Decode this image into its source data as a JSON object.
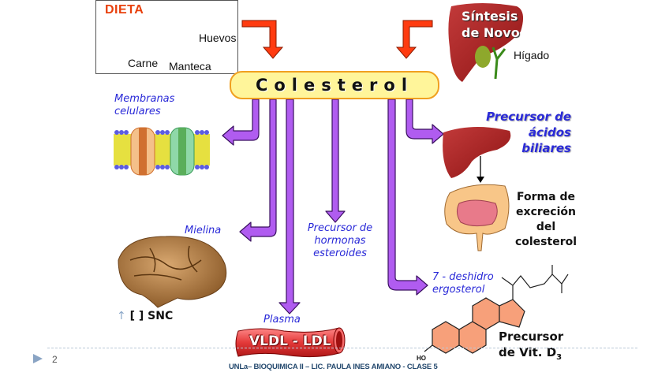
{
  "diet": {
    "title": "DIETA",
    "items": [
      "Carne",
      "Huevos",
      "Manteca"
    ]
  },
  "center": {
    "label": "Colesterol"
  },
  "synthesis": {
    "line1": "Síntesis",
    "line2": "de Novo",
    "organ": "Hígado"
  },
  "targets": {
    "membranes": {
      "line1": "Membranas",
      "line2": "celulares"
    },
    "myelin": {
      "label": "Mielina",
      "note_arrow": "↑",
      "note": "[ ] SNC"
    },
    "plasma": {
      "label": "Plasma",
      "vessel": "VLDL - LDL"
    },
    "hormones": {
      "line1": "Precursor de",
      "line2": "hormonas",
      "line3": "esteroides"
    },
    "bile": {
      "line1": "Precursor de",
      "line2": "ácidos",
      "line3": "biliares"
    },
    "excretion": {
      "line1": "Forma de",
      "line2": "excreción",
      "line3": "del",
      "line4": "colesterol"
    },
    "vitd": {
      "line1": "7 - deshidro",
      "line2": "ergosterol",
      "precursor1": "Precursor",
      "precursor2": "de  Vit. D",
      "subscript": "3",
      "hydroxyl": "HO"
    }
  },
  "footer": {
    "slide_number": "2",
    "text": "UNLa– BIOQUIMICA II – LIC. PAULA INES AMIANO - CLASE 5"
  },
  "colors": {
    "arrow_purple": "#b05cf0",
    "arrow_red": "#ff3b10",
    "label_blue": "#2a2ad8",
    "center_fill": "#fff59a",
    "center_border": "#f0a020"
  }
}
